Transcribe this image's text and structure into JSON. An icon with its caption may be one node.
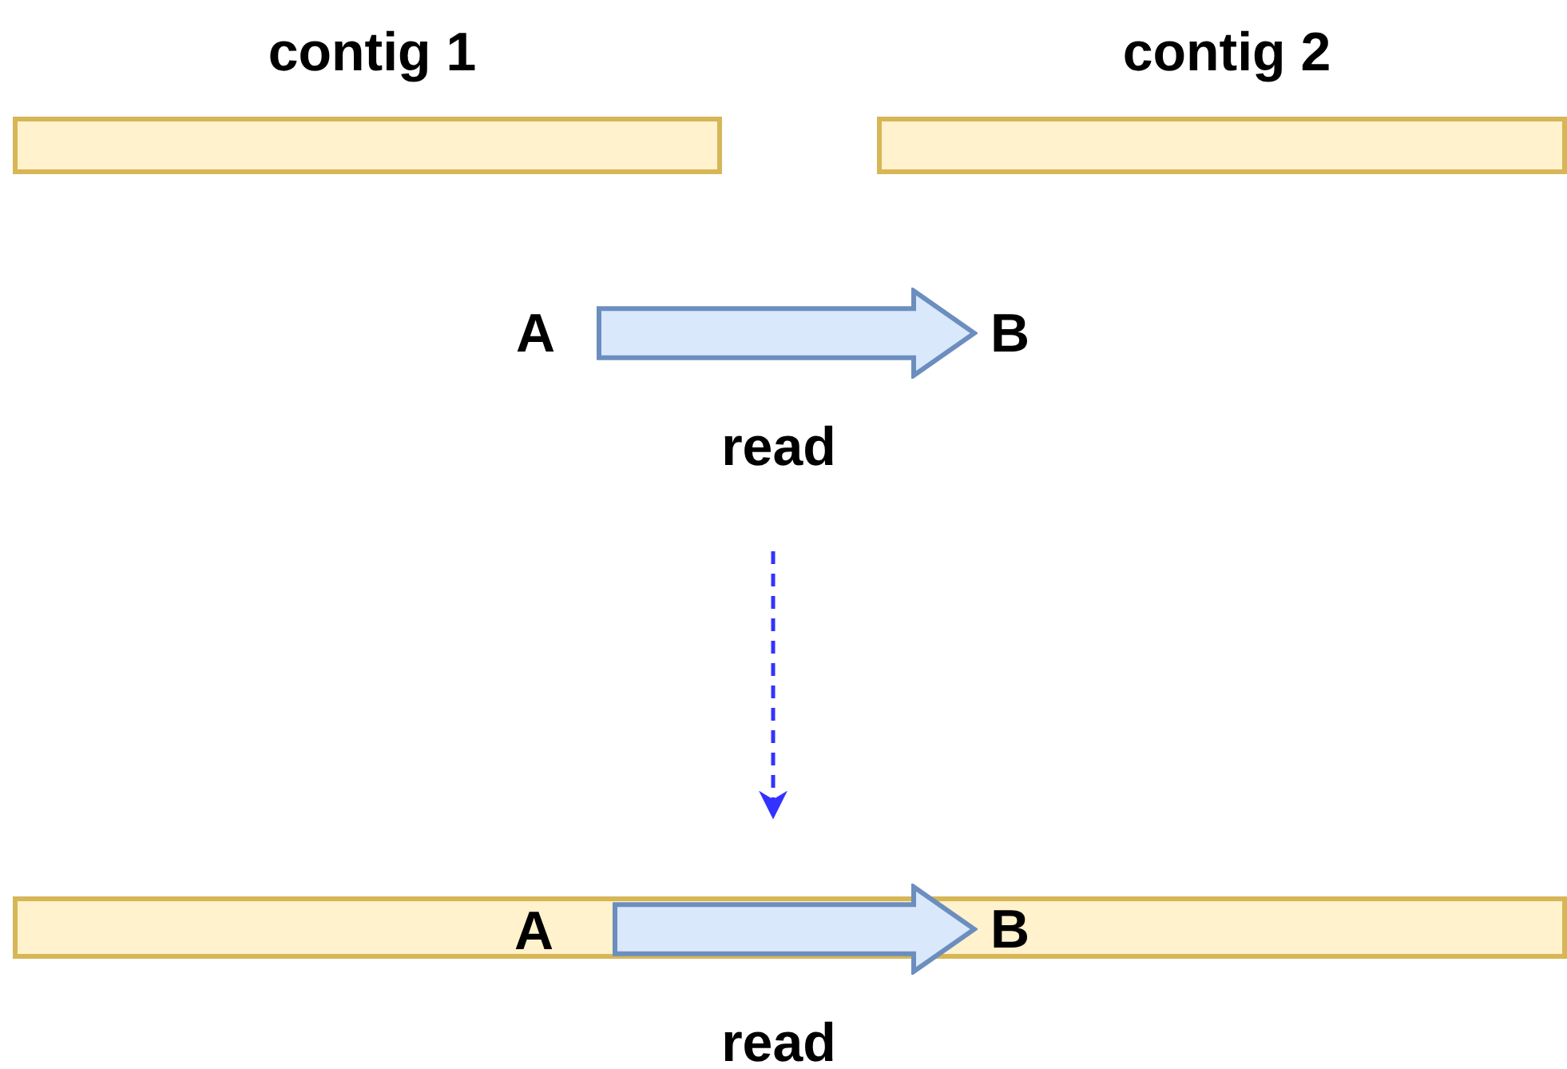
{
  "diagram": {
    "nodes": [
      {
        "text": [
          "contig 1"
        ]
      },
      {
        "text": [
          "contig 2"
        ]
      },
      {
        "text": [
          "read"
        ],
        "beside": [
          "A",
          "B"
        ]
      },
      {
        "text": [],
        "shape": "bar"
      },
      {
        "text": [
          "read"
        ],
        "beside": [
          "B"
        ]
      }
    ],
    "edges": [
      {
        "from": 2,
        "to": 3,
        "arrow": "to",
        "style": "dashed",
        "color": "#3333ff"
      }
    ],
    "labels": [
      "A"
    ]
  }
}
